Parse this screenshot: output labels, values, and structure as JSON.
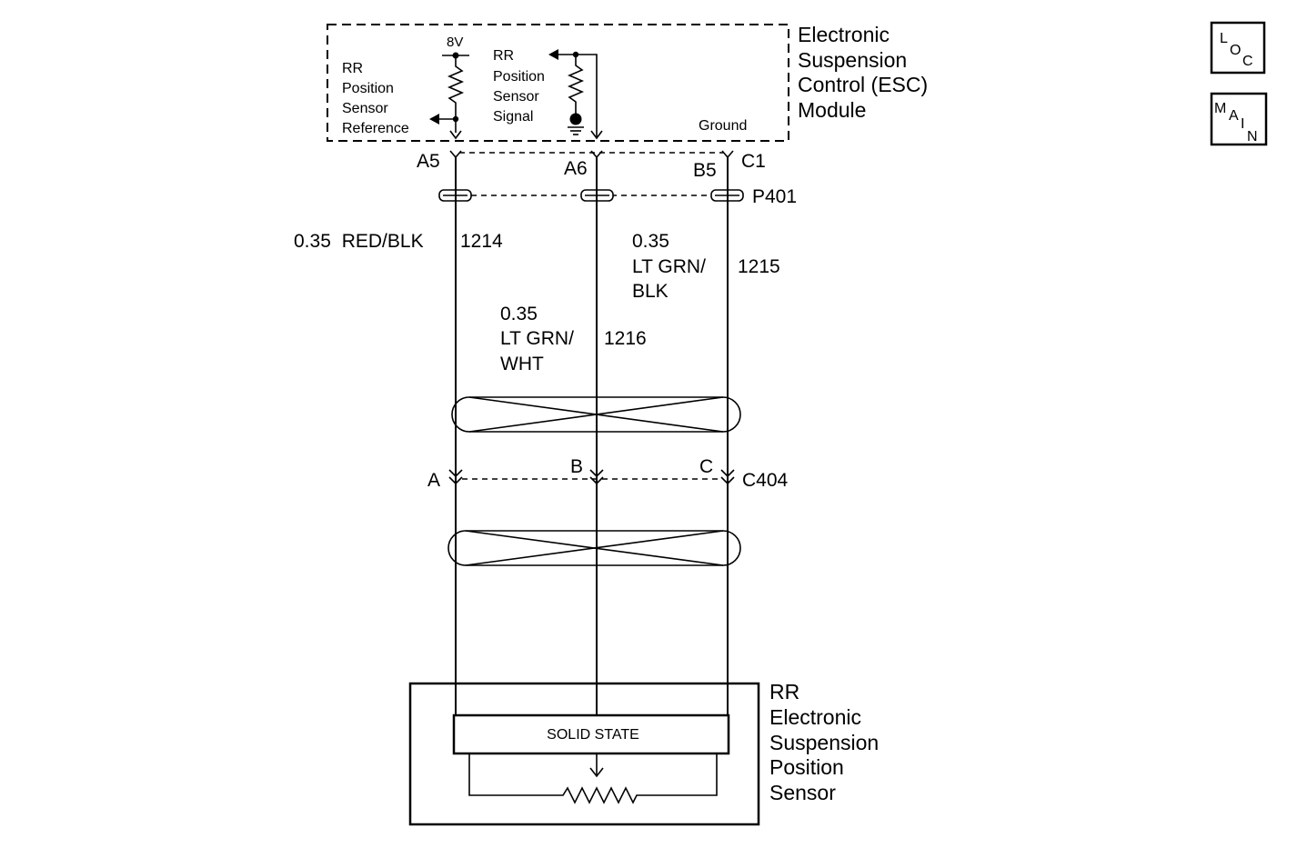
{
  "module": {
    "title_lines": [
      "Electronic",
      "Suspension",
      "Control (ESC)",
      "Module"
    ],
    "supply_voltage": "8V",
    "reference_label_lines": [
      "RR",
      "Position",
      "Sensor",
      "Reference"
    ],
    "signal_label_lines": [
      "RR",
      "Position",
      "Sensor",
      "Signal"
    ],
    "ground_label": "Ground"
  },
  "pins": {
    "a5": "A5",
    "a6": "A6",
    "b5": "B5",
    "c1": "C1"
  },
  "connectors": {
    "p401": "P401",
    "c404": "C404",
    "c404_pins": [
      "A",
      "B",
      "C"
    ]
  },
  "wires": {
    "w1214": {
      "gauge": "0.35",
      "color": "RED/BLK",
      "circuit": "1214"
    },
    "w1215": {
      "gauge": "0.35",
      "color_lines": [
        "LT GRN/",
        "BLK"
      ],
      "circuit": "1215"
    },
    "w1216": {
      "gauge": "0.35",
      "color_lines": [
        "LT GRN/",
        "WHT"
      ],
      "circuit": "1216"
    }
  },
  "sensor": {
    "title_lines": [
      "RR",
      "Electronic",
      "Suspension",
      "Position",
      "Sensor"
    ],
    "element_label": "SOLID STATE"
  },
  "nav": {
    "loc": [
      "L",
      "O",
      "C"
    ],
    "main": [
      "M",
      "A",
      "I",
      "N"
    ]
  }
}
